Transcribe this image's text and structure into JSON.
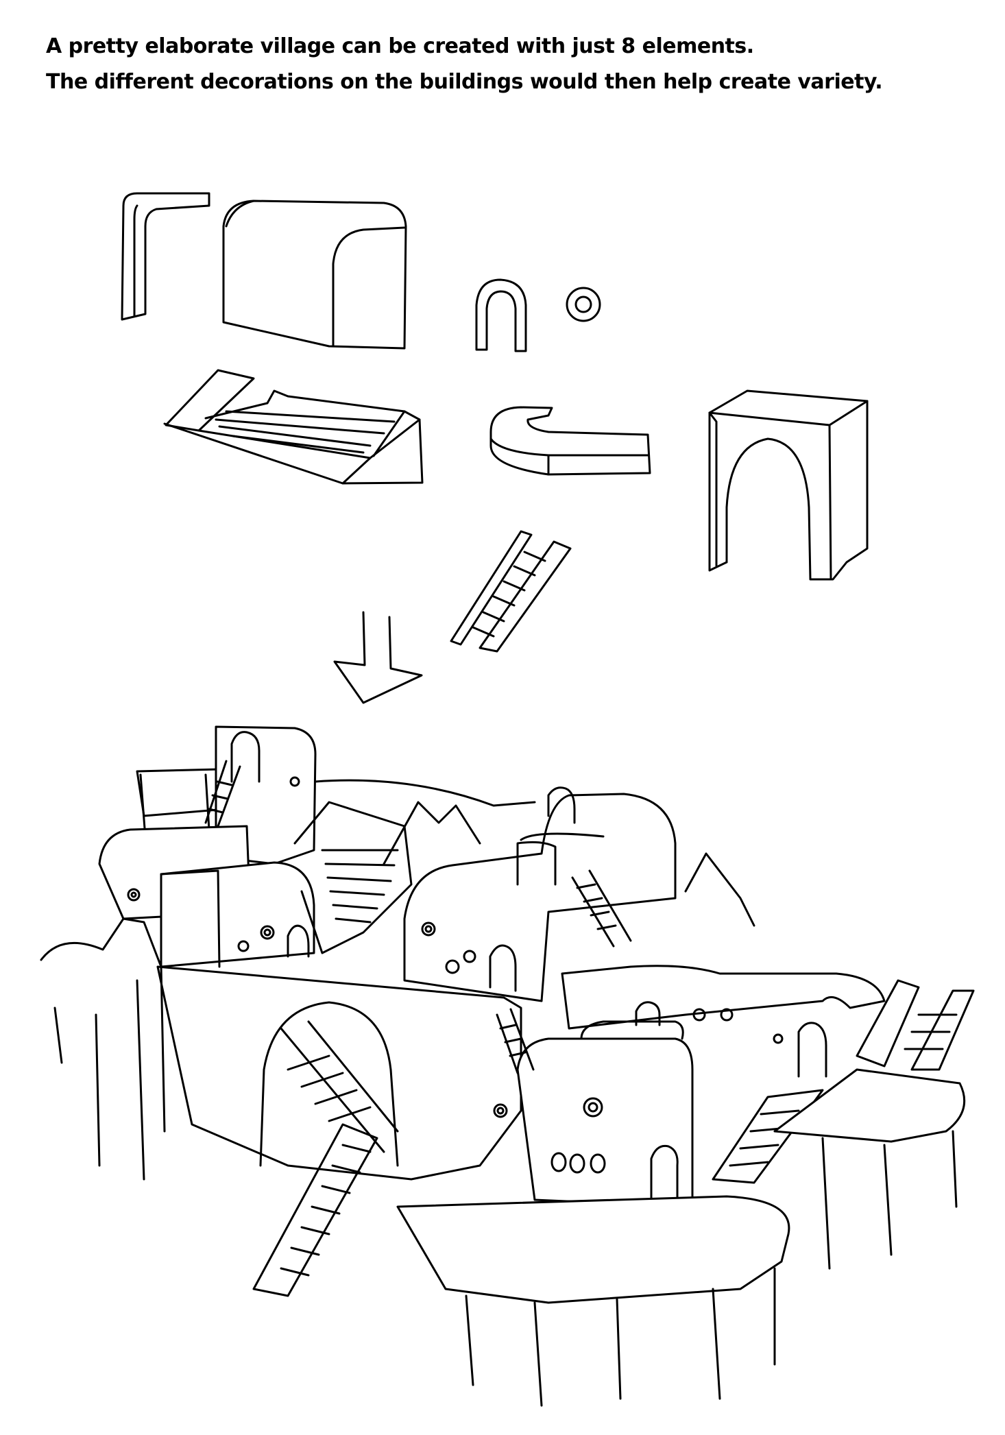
{
  "caption": {
    "line1": "A pretty elaborate village can be created with just 8 elements.",
    "line2": "The different decorations on the buildings would then help create variety."
  },
  "elements": [
    "l-shaped-wall",
    "rounded-block",
    "small-arch",
    "round-window",
    "staircase",
    "curved-ledge",
    "arch-block",
    "ladder"
  ],
  "colors": {
    "ink": "#000000",
    "paper": "#ffffff"
  }
}
